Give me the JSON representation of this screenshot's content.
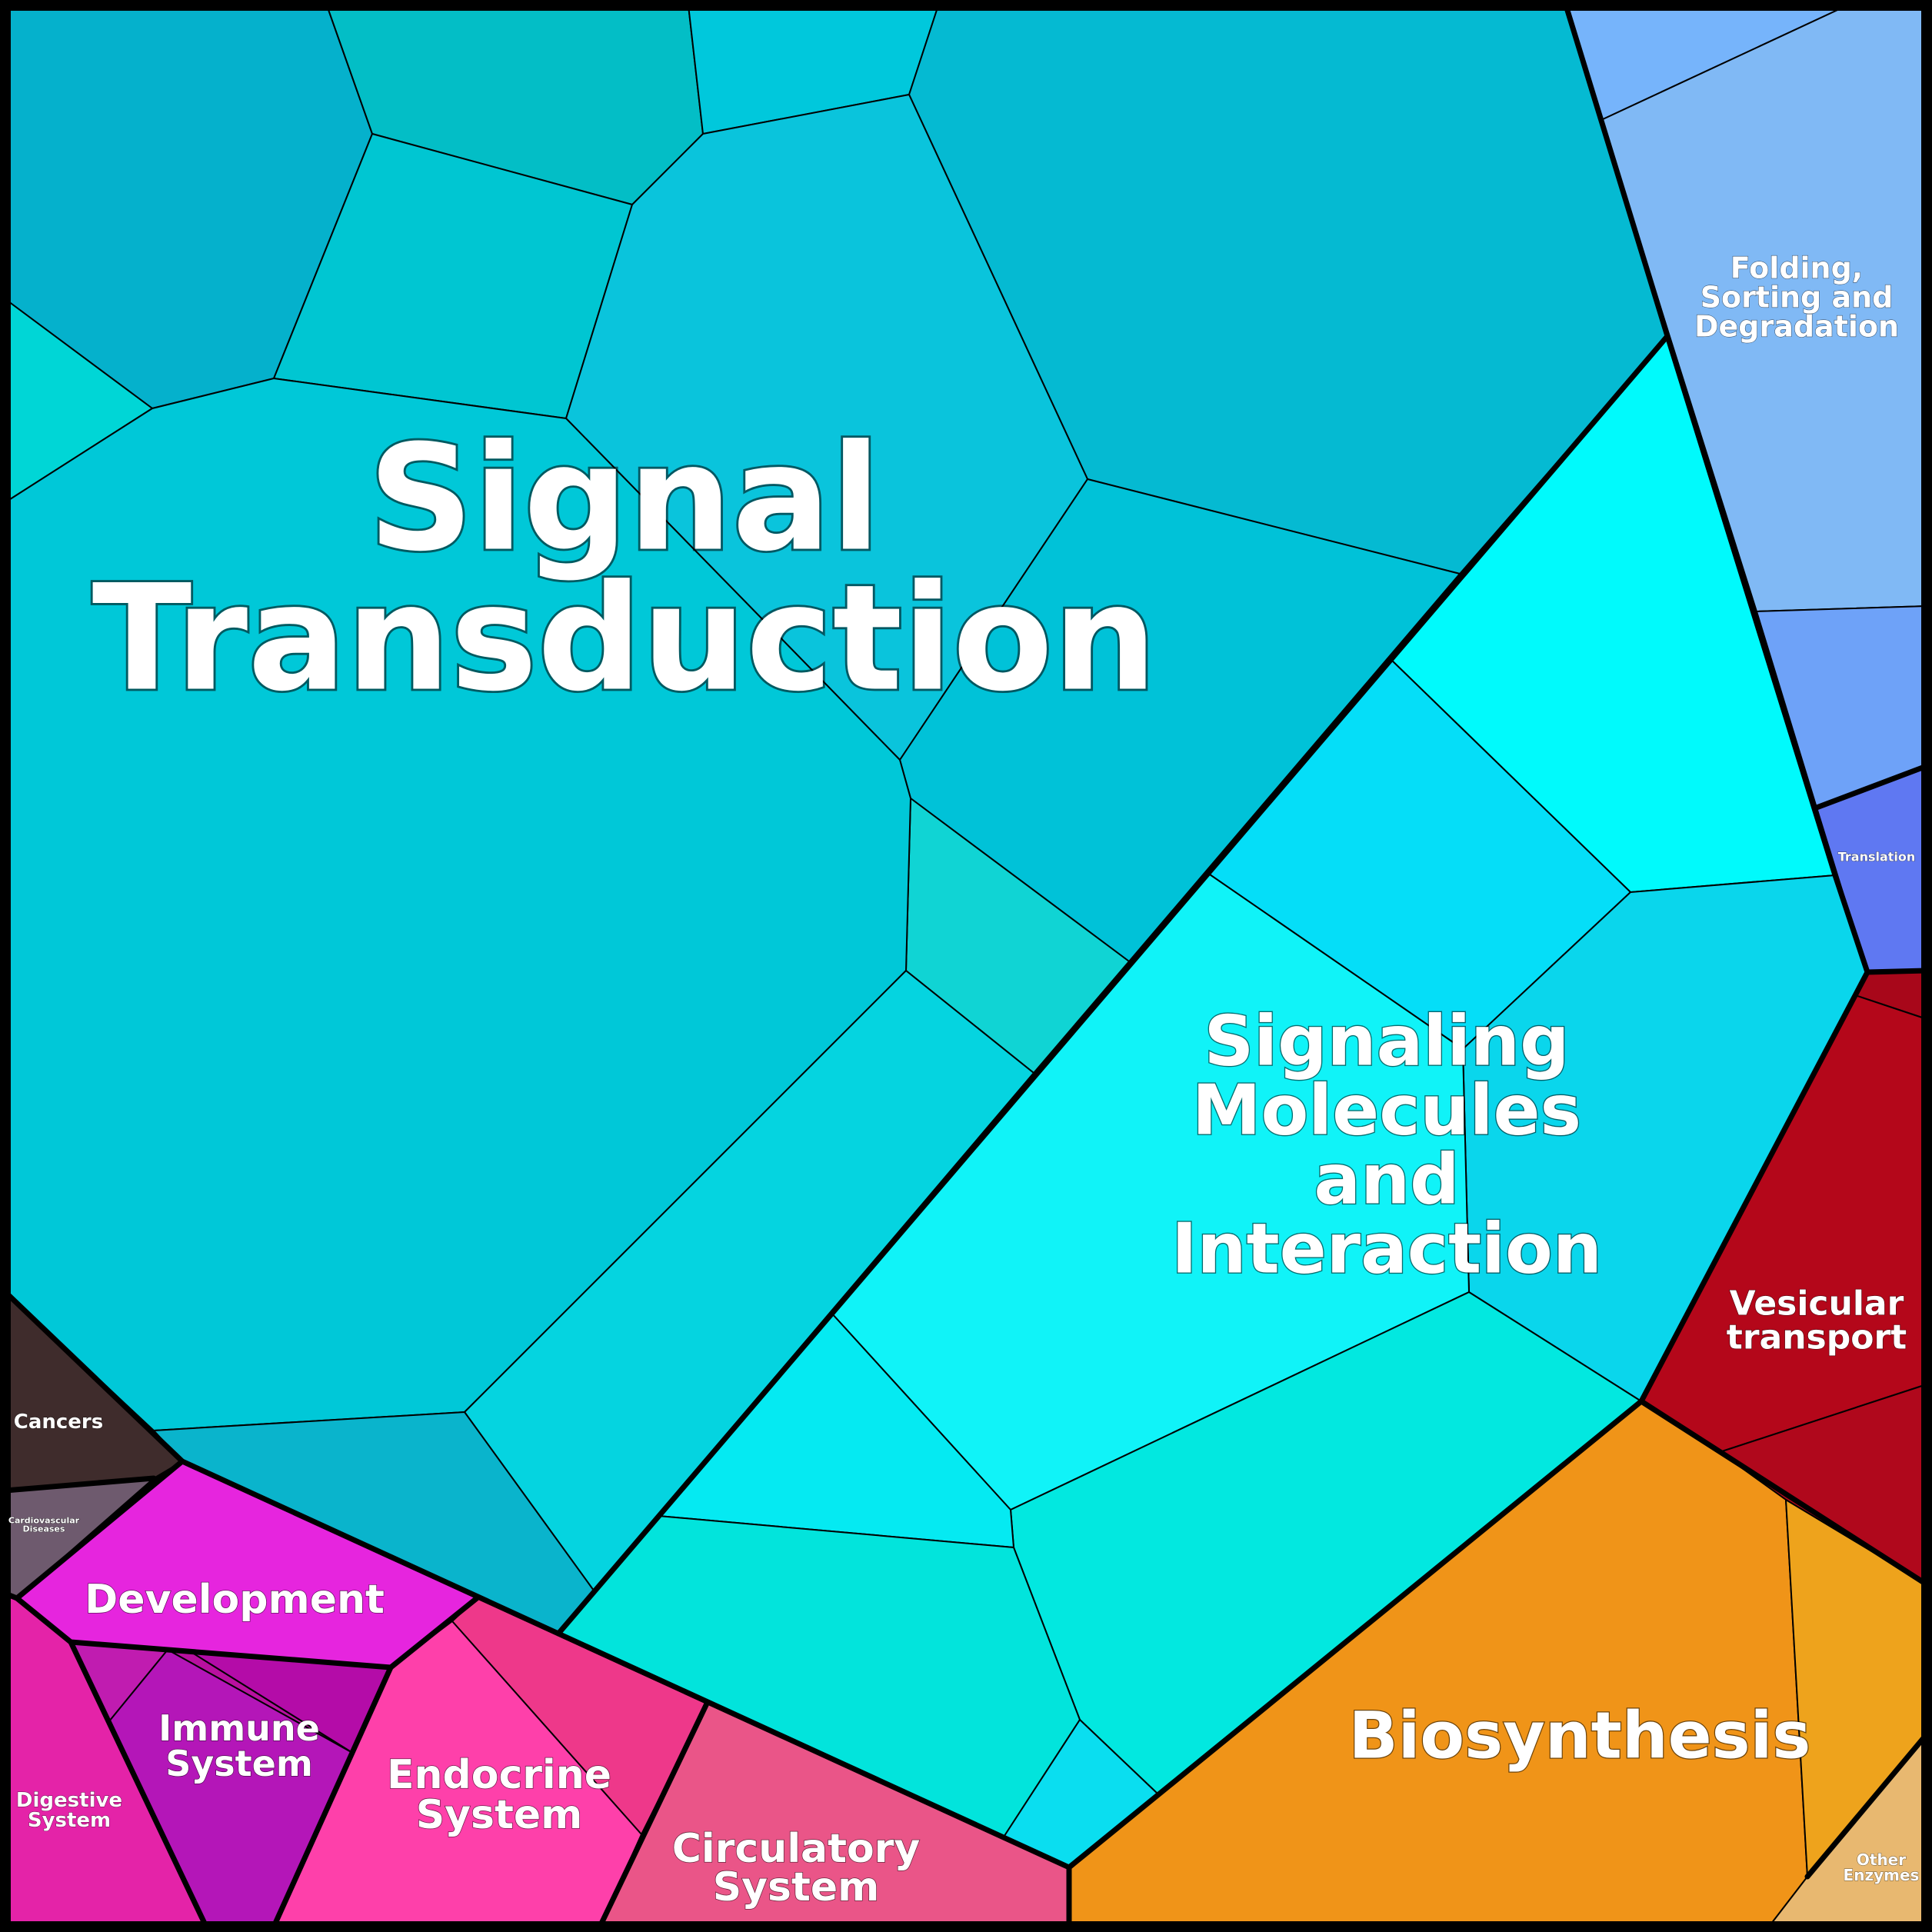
{
  "groups": [
    {
      "id": "signal-transduction",
      "lines": [
        "Signal",
        "Transduction"
      ],
      "color": "#00C5D8"
    },
    {
      "id": "signaling-molecules",
      "lines": [
        "Signaling",
        "Molecules",
        "and",
        "Interaction"
      ],
      "color": "#10F3F8"
    },
    {
      "id": "folding",
      "lines": [
        "Folding,",
        "Sorting and",
        "Degradation"
      ],
      "color": "#80B9F5"
    },
    {
      "id": "translation",
      "lines": [
        "Translation"
      ],
      "color": "#5F78F2"
    },
    {
      "id": "vesicular-transport",
      "lines": [
        "Vesicular",
        "transport"
      ],
      "color": "#B4071A"
    },
    {
      "id": "biosynthesis",
      "lines": [
        "Biosynthesis"
      ],
      "color": "#F09418"
    },
    {
      "id": "other-enzymes",
      "lines": [
        "Other",
        "Enzymes"
      ],
      "color": "#E8B870"
    },
    {
      "id": "circulatory-system",
      "lines": [
        "Circulatory",
        "System"
      ],
      "color": "#EA5588"
    },
    {
      "id": "endocrine-system",
      "lines": [
        "Endocrine",
        "System"
      ],
      "color": "#FE40AA"
    },
    {
      "id": "immune-system",
      "lines": [
        "Immune",
        "System"
      ],
      "color": "#B416B8"
    },
    {
      "id": "digestive-system",
      "lines": [
        "Digestive",
        "System"
      ],
      "color": "#E423A8"
    },
    {
      "id": "development",
      "lines": [
        "Development"
      ],
      "color": "#E625DE"
    },
    {
      "id": "cardiovascular-diseases",
      "lines": [
        "Cardiovascular",
        "Diseases"
      ],
      "color": "#6E5A6E"
    },
    {
      "id": "cancers",
      "lines": [
        "Cancers"
      ],
      "color": "#3F2C2C"
    }
  ]
}
